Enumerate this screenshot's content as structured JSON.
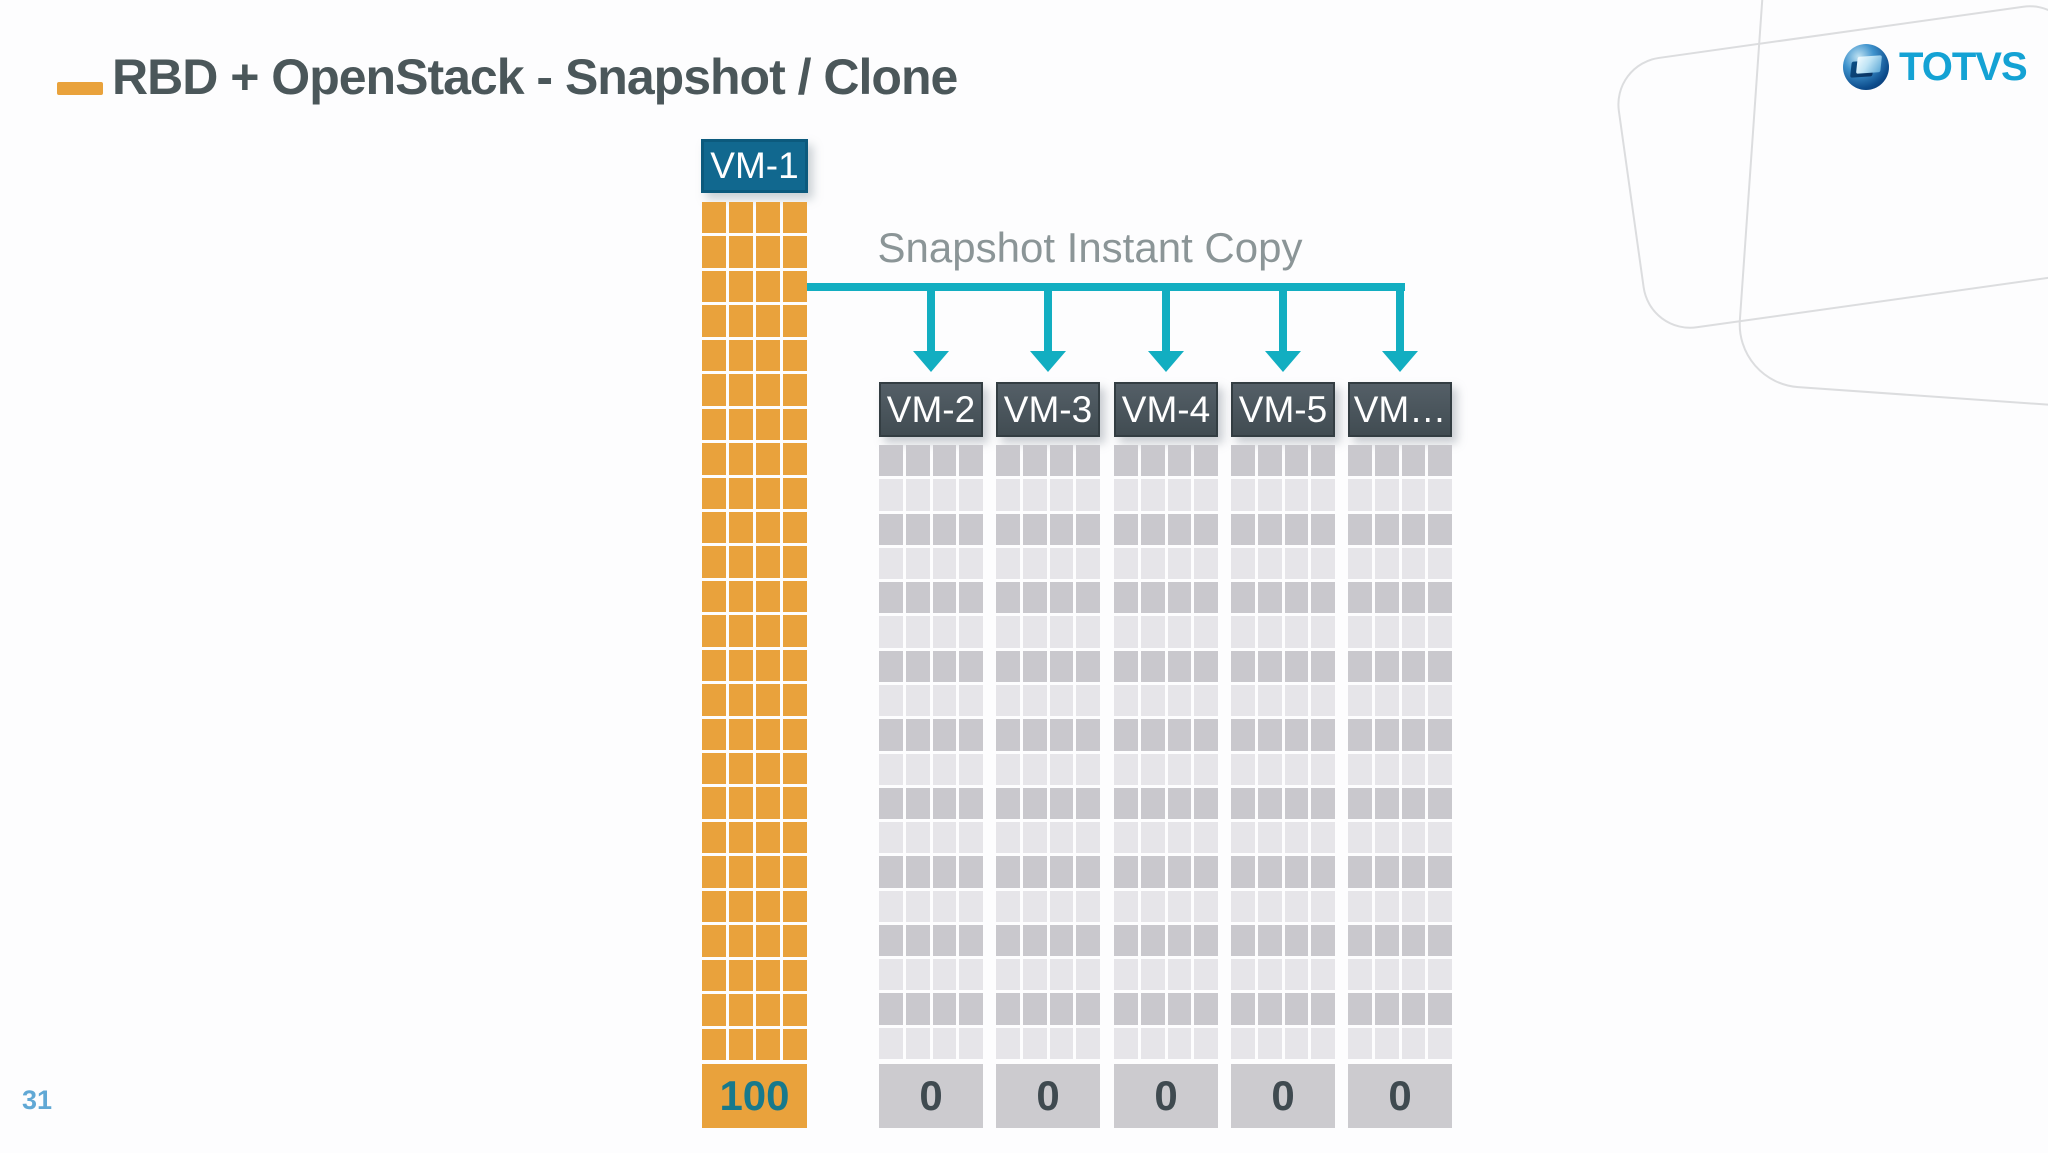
{
  "slide": {
    "title": "RBD + OpenStack - Snapshot / Clone",
    "page_number": "31"
  },
  "logo": {
    "brand": "TOTVS"
  },
  "diagram": {
    "annotation": "Snapshot Instant Copy",
    "source": {
      "label": "VM-1",
      "used_blocks": "100",
      "grid": {
        "rows": 25,
        "cols": 4
      }
    },
    "clone_grid": {
      "rows": 18,
      "cols": 4
    },
    "clones": [
      {
        "label": "VM-2",
        "used_blocks": "0"
      },
      {
        "label": "VM-3",
        "used_blocks": "0"
      },
      {
        "label": "VM-4",
        "used_blocks": "0"
      },
      {
        "label": "VM-5",
        "used_blocks": "0"
      },
      {
        "label": "VM…",
        "used_blocks": "0"
      }
    ]
  },
  "colors": {
    "accent_orange": "#E9A23C",
    "arrow_teal": "#12AEC1",
    "label_blue": "#11688F",
    "label_slate": "#4A565B",
    "cell_dark": "#C9C8CD",
    "cell_light": "#E6E5E9",
    "footer_gray": "#CCCBCF",
    "count_teal": "#17798C",
    "count_dark": "#3F4A50",
    "title_gray": "#4B575A",
    "annotation_gray": "#8B9597",
    "page_blue": "#60A8D5",
    "brand_blue": "#14A2D4"
  }
}
